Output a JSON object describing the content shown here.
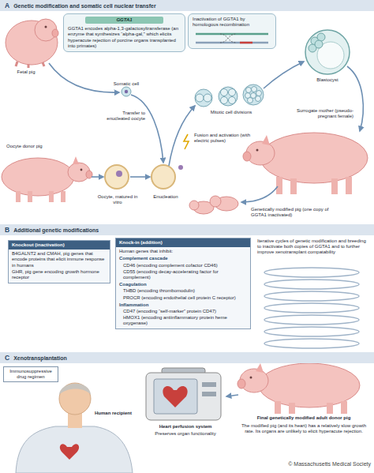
{
  "diagram": {
    "nodes": [
      {
        "text": [
          "A",
          "Genetic modification and somatic cell nuclear transfer"
        ]
      },
      {
        "text": [
          "GGTA1",
          "GGTA1 encodes alpha-1,3-galactosyltransferase (an enzyme that synthesizes “alpha-gal,” which elicits hyperacute rejection of porcine organs transplanted into primates)"
        ]
      },
      {
        "text": [
          "Inactivation of GGTA1 by homologous recombination"
        ]
      },
      {
        "text": [
          "B",
          "Additional genetic modifications"
        ]
      },
      {
        "text": [
          "Knockout (inactivation)",
          "B4GALNT2 and CMAH, pig genes that encode proteins that elicit immune response in humans",
          "GHR, pig gene encoding growth hormone receptor"
        ]
      },
      {
        "text": [
          "Knock-in (addition)",
          "Human genes that inhibit:",
          "Complement cascade",
          "CD46 (encoding complement cofactor CD46)",
          "CD55 (encoding decay-accelerating factor for complement)",
          "Coagulation",
          "THBD (encoding thrombomodulin)",
          "PROCR (encoding endothelial cell protein C receptor)",
          "Inflammation",
          "CD47 (encoding “self-marker” protein CD47)",
          "HMOX1 (encoding antiinflammatory protein heme oxygenase)"
        ]
      },
      {
        "text": [
          "C",
          "Xenotransplantation"
        ]
      },
      {
        "text": [
          "Immunosuppressive drug regimen"
        ]
      }
    ],
    "labels": [
      "Fetal pig",
      "Somatic cell",
      "Transfer to enucleated oocyte",
      "Mitotic cell divisions",
      "Fusion and activation (with electric pulses)",
      "Blastocyst",
      "Surrogate mother (pseudo-pregnant female)",
      "Oocyte donor pig",
      "Oocyte, matured in vitro",
      "Enucleation",
      "Genetically modified pig (one copy of GGTA1 inactivated)",
      "Iterative cycles of genetic modification and breeding to inactivate both copies of GGTA1 and to further improve xenotransplant compatability",
      "Human recipient",
      "Heart perfusion system",
      "Preserves organ functionality",
      "Final genetically modified adult donor pig",
      "The modified pig (and its heart) has a relatively slow growth rate. Its organs are unlikely to elicit hyperacute rejection.",
      "© Massachusetts Medical Society"
    ]
  }
}
